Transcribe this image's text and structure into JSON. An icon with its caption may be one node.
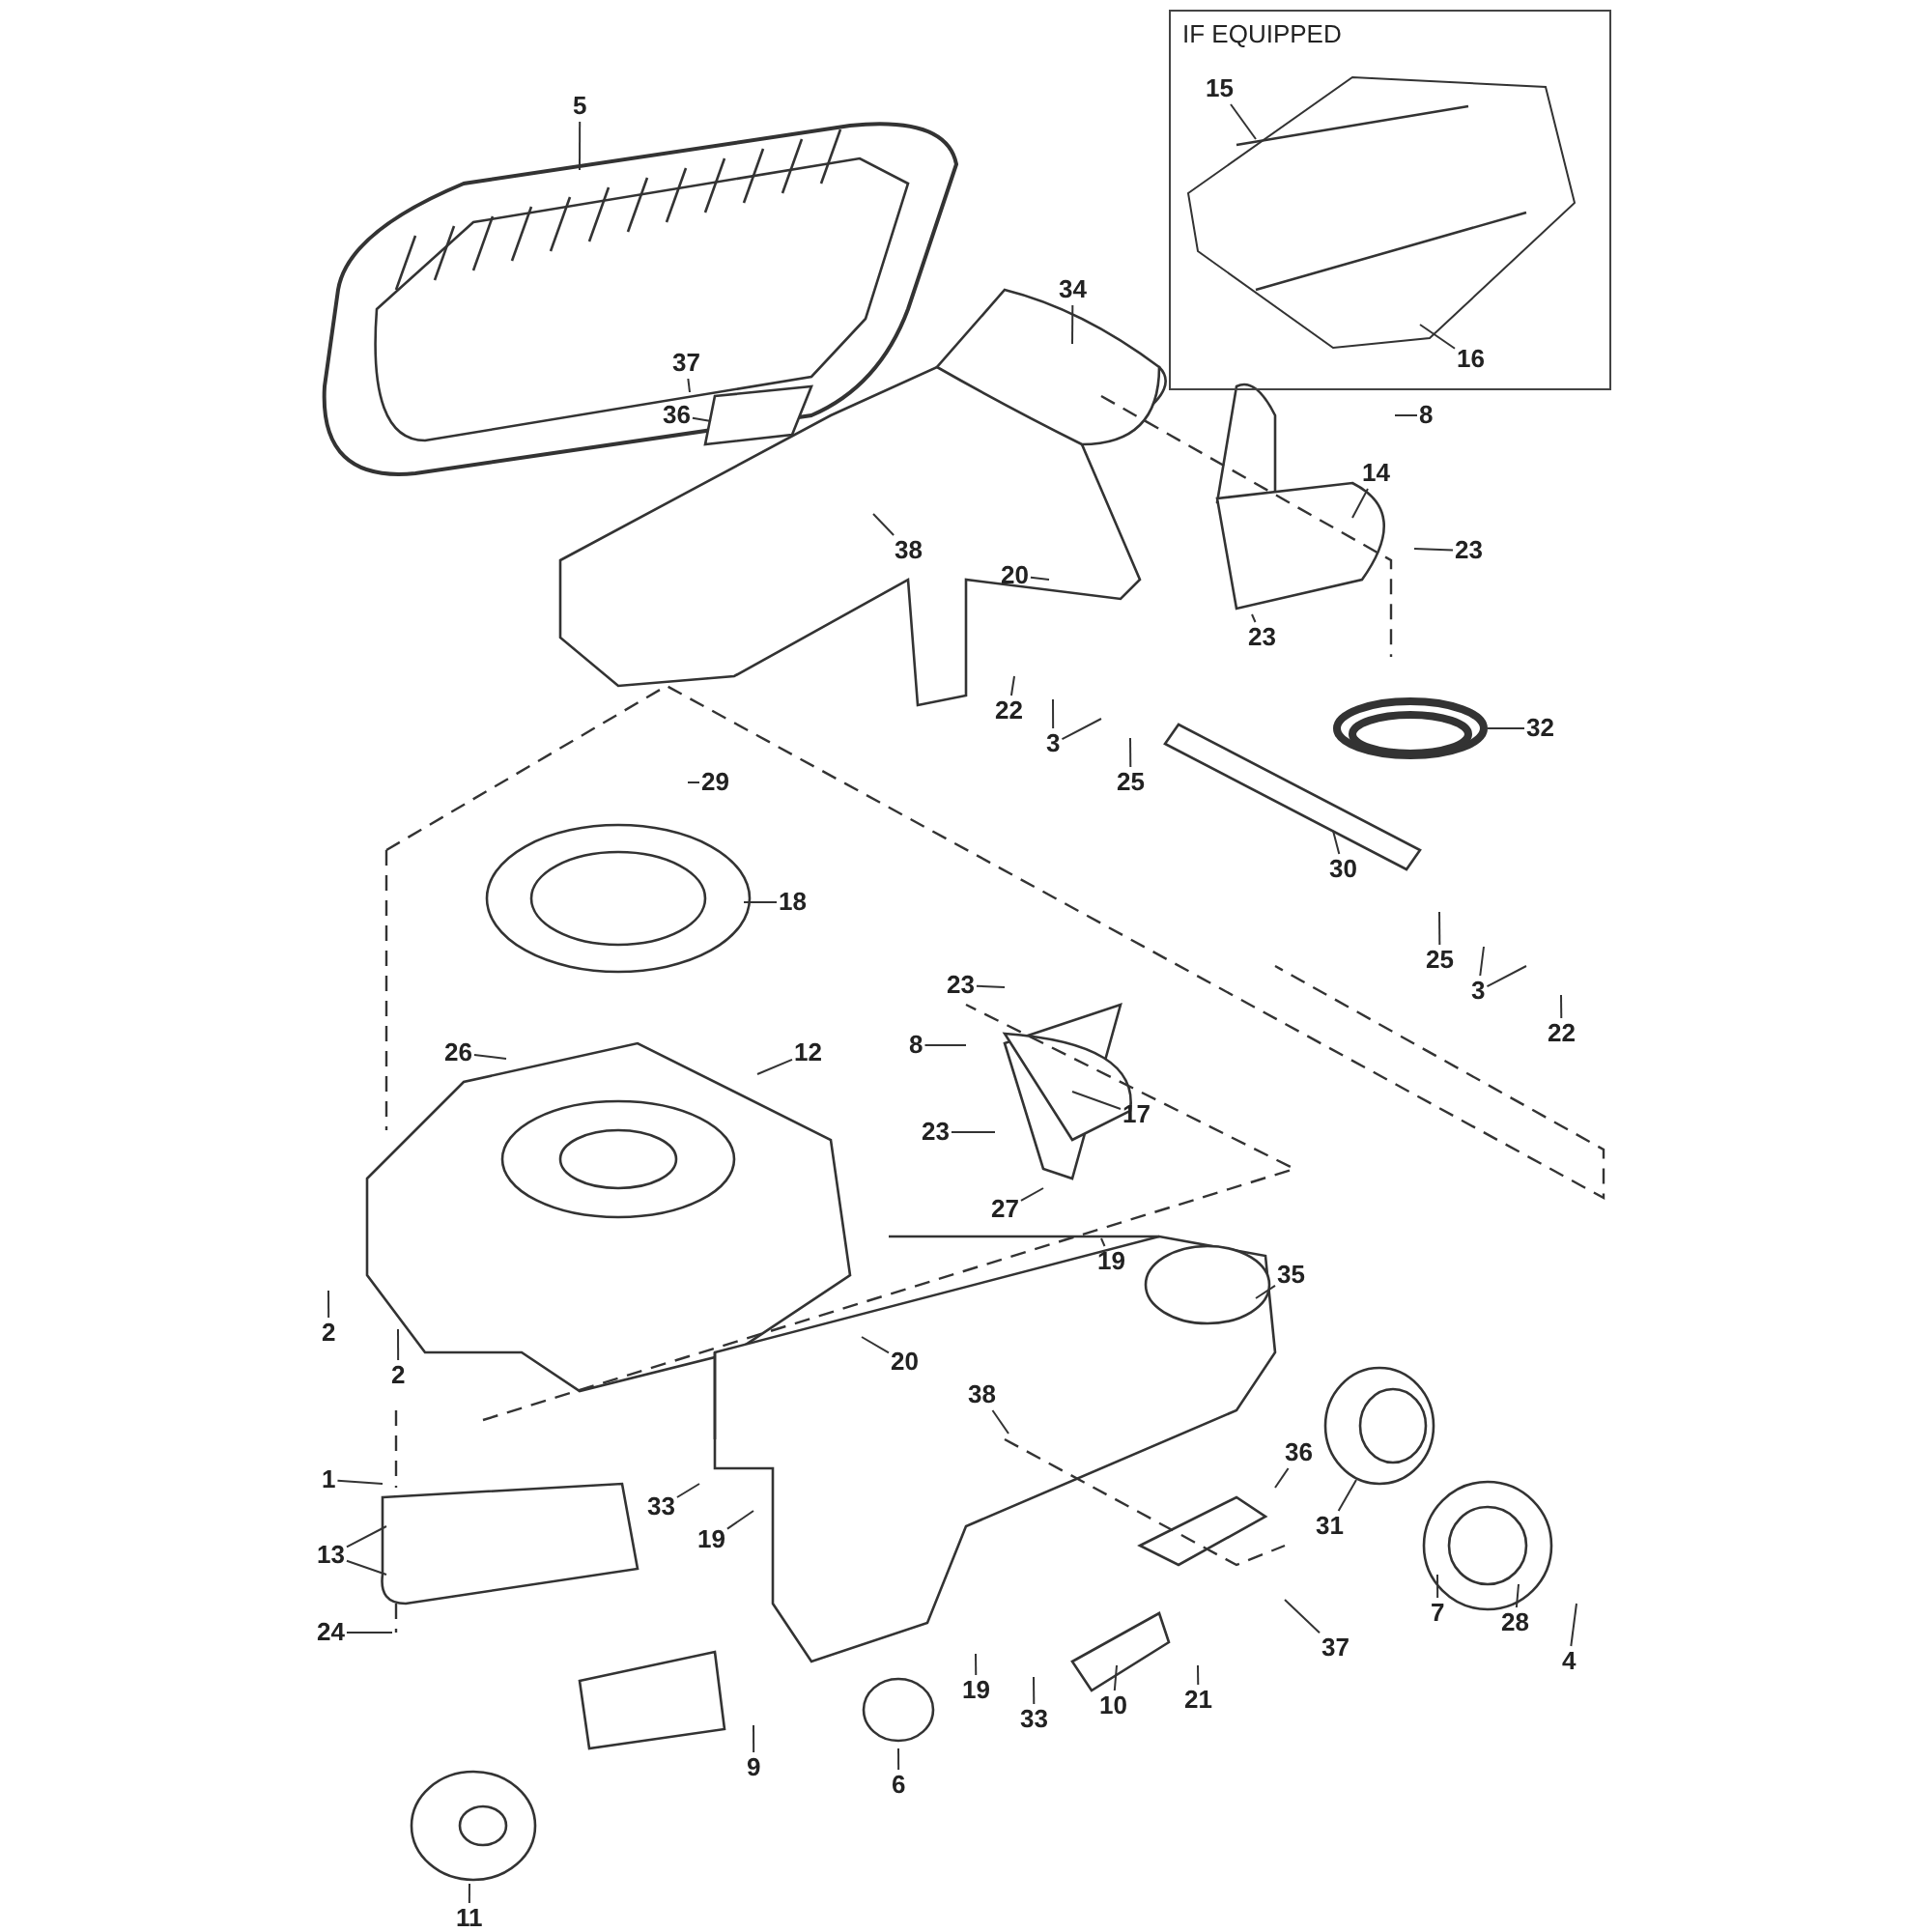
{
  "diagram": {
    "nodes": [
      {
        "text": [
          "IF EQUIPPED"
        ]
      },
      {
        "text": [
          "15"
        ],
        "in": 0
      },
      {
        "text": [
          "16"
        ],
        "in": 0
      },
      {
        "text": [
          "5"
        ]
      },
      {
        "text": [
          "34"
        ]
      },
      {
        "text": [
          "37"
        ]
      },
      {
        "text": [
          "8"
        ]
      },
      {
        "text": [
          "36"
        ]
      },
      {
        "text": [
          "14"
        ]
      },
      {
        "text": [
          "23"
        ]
      },
      {
        "text": [
          "38"
        ]
      },
      {
        "text": [
          "20"
        ]
      },
      {
        "text": [
          "23"
        ]
      },
      {
        "text": [
          "22"
        ]
      },
      {
        "text": [
          "3"
        ]
      },
      {
        "text": [
          "25"
        ]
      },
      {
        "text": [
          "32"
        ]
      },
      {
        "text": [
          "29"
        ]
      },
      {
        "text": [
          "30"
        ]
      },
      {
        "text": [
          "18"
        ]
      },
      {
        "text": [
          "23"
        ]
      },
      {
        "text": [
          "25"
        ]
      },
      {
        "text": [
          "3"
        ]
      },
      {
        "text": [
          "22"
        ]
      },
      {
        "text": [
          "26"
        ]
      },
      {
        "text": [
          "12"
        ]
      },
      {
        "text": [
          "8"
        ]
      },
      {
        "text": [
          "17"
        ]
      },
      {
        "text": [
          "23"
        ]
      },
      {
        "text": [
          "27"
        ]
      },
      {
        "text": [
          "19"
        ]
      },
      {
        "text": [
          "35"
        ]
      },
      {
        "text": [
          "2"
        ]
      },
      {
        "text": [
          "2"
        ]
      },
      {
        "text": [
          "20"
        ]
      },
      {
        "text": [
          "38"
        ]
      },
      {
        "text": [
          "36"
        ]
      },
      {
        "text": [
          "1"
        ]
      },
      {
        "text": [
          "33"
        ]
      },
      {
        "text": [
          "31"
        ]
      },
      {
        "text": [
          "19"
        ]
      },
      {
        "text": [
          "13"
        ]
      },
      {
        "text": [
          "24"
        ]
      },
      {
        "text": [
          "7"
        ]
      },
      {
        "text": [
          "37"
        ]
      },
      {
        "text": [
          "28"
        ]
      },
      {
        "text": [
          "4"
        ]
      },
      {
        "text": [
          "19"
        ]
      },
      {
        "text": [
          "21"
        ]
      },
      {
        "text": [
          "10"
        ]
      },
      {
        "text": [
          "33"
        ]
      },
      {
        "text": [
          "9"
        ]
      },
      {
        "text": [
          "6"
        ]
      },
      {
        "text": [
          "11"
        ]
      }
    ],
    "edges": [
      {
        "from": 1,
        "to": null,
        "arrow": "none"
      },
      {
        "from": 2,
        "to": null,
        "arrow": "none"
      },
      {
        "from": 3,
        "to": null,
        "arrow": "none"
      },
      {
        "from": 4,
        "to": null,
        "arrow": "none"
      },
      {
        "from": 5,
        "to": null,
        "arrow": "none"
      },
      {
        "from": 6,
        "to": null,
        "arrow": "none"
      },
      {
        "from": 7,
        "to": null,
        "arrow": "none"
      },
      {
        "from": 8,
        "to": null,
        "arrow": "none"
      },
      {
        "from": 9,
        "to": null,
        "arrow": "none"
      },
      {
        "from": 10,
        "to": null,
        "arrow": "none"
      },
      {
        "from": 11,
        "to": null,
        "arrow": "none"
      },
      {
        "from": 12,
        "to": null,
        "arrow": "none"
      },
      {
        "from": 13,
        "to": null,
        "arrow": "none"
      },
      {
        "from": 14,
        "to": null,
        "arrow": "none"
      },
      {
        "from": 15,
        "to": null,
        "arrow": "none"
      },
      {
        "from": 16,
        "to": null,
        "arrow": "none"
      },
      {
        "from": 17,
        "to": null,
        "arrow": "none"
      },
      {
        "from": 18,
        "to": null,
        "arrow": "none"
      },
      {
        "from": 19,
        "to": null,
        "arrow": "none"
      },
      {
        "from": 20,
        "to": null,
        "arrow": "none"
      },
      {
        "from": 21,
        "to": null,
        "arrow": "none"
      },
      {
        "from": 22,
        "to": null,
        "arrow": "none"
      },
      {
        "from": 23,
        "to": null,
        "arrow": "none"
      },
      {
        "from": 24,
        "to": null,
        "arrow": "none"
      },
      {
        "from": 25,
        "to": null,
        "arrow": "none"
      },
      {
        "from": 26,
        "to": null,
        "arrow": "none"
      },
      {
        "from": 27,
        "to": null,
        "arrow": "none"
      },
      {
        "from": 28,
        "to": null,
        "arrow": "none"
      },
      {
        "from": 29,
        "to": null,
        "arrow": "none"
      },
      {
        "from": 30,
        "to": null,
        "arrow": "none"
      },
      {
        "from": 31,
        "to": null,
        "arrow": "none"
      },
      {
        "from": 32,
        "to": null,
        "arrow": "none"
      },
      {
        "from": 33,
        "to": null,
        "arrow": "none"
      },
      {
        "from": 34,
        "to": null,
        "arrow": "none"
      },
      {
        "from": 35,
        "to": null,
        "arrow": "none"
      },
      {
        "from": 36,
        "to": null,
        "arrow": "none"
      },
      {
        "from": 37,
        "to": null,
        "arrow": "none"
      },
      {
        "from": 38,
        "to": null,
        "arrow": "none"
      },
      {
        "from": 39,
        "to": null,
        "arrow": "none"
      },
      {
        "from": 40,
        "to": null,
        "arrow": "none"
      },
      {
        "from": 41,
        "to": null,
        "arrow": "none"
      },
      {
        "from": 42,
        "to": null,
        "arrow": "none"
      },
      {
        "from": 43,
        "to": null,
        "arrow": "none"
      },
      {
        "from": 44,
        "to": null,
        "arrow": "none"
      },
      {
        "from": 45,
        "to": null,
        "arrow": "none"
      },
      {
        "from": 46,
        "to": null,
        "arrow": "none"
      },
      {
        "from": 47,
        "to": null,
        "arrow": "none"
      },
      {
        "from": 48,
        "to": null,
        "arrow": "none"
      },
      {
        "from": 49,
        "to": null,
        "arrow": "none"
      },
      {
        "from": 50,
        "to": null,
        "arrow": "none"
      },
      {
        "from": 51,
        "to": null,
        "arrow": "none"
      },
      {
        "from": 52,
        "to": null,
        "arrow": "none"
      },
      {
        "from": 53,
        "to": null,
        "arrow": "none"
      }
    ]
  }
}
